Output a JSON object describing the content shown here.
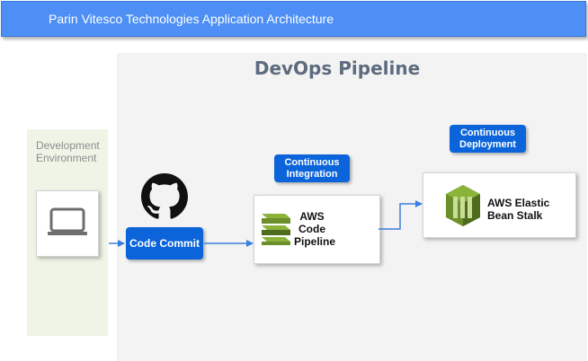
{
  "header": {
    "title": "Parin Vitesco Technologies Application Architecture"
  },
  "pipeline": {
    "title": "DevOps Pipeline"
  },
  "dev_env": {
    "label_line1": "Development",
    "label_line2": "Environment"
  },
  "nodes": {
    "code_commit": {
      "label": "Code Commit"
    },
    "code_pipeline": {
      "line1": "AWS",
      "line2": "Code",
      "line3": "Pipeline"
    },
    "beanstalk": {
      "line1": "AWS Elastic",
      "line2": "Bean Stalk"
    }
  },
  "badges": {
    "ci": {
      "line1": "Continuous",
      "line2": "Integration"
    },
    "cd": {
      "line1": "Continuous",
      "line2": "Deployment"
    }
  },
  "icons": {
    "laptop": "laptop-icon",
    "github": "github-icon",
    "codepipeline": "aws-codepipeline-icon",
    "beanstalk": "aws-elastic-beanstalk-icon"
  },
  "colors": {
    "header_bg": "#4d8ff5",
    "badge_blue": "#0b64da",
    "arrow_blue": "#3c7ee0",
    "aws_green": "#6b8f2a"
  }
}
